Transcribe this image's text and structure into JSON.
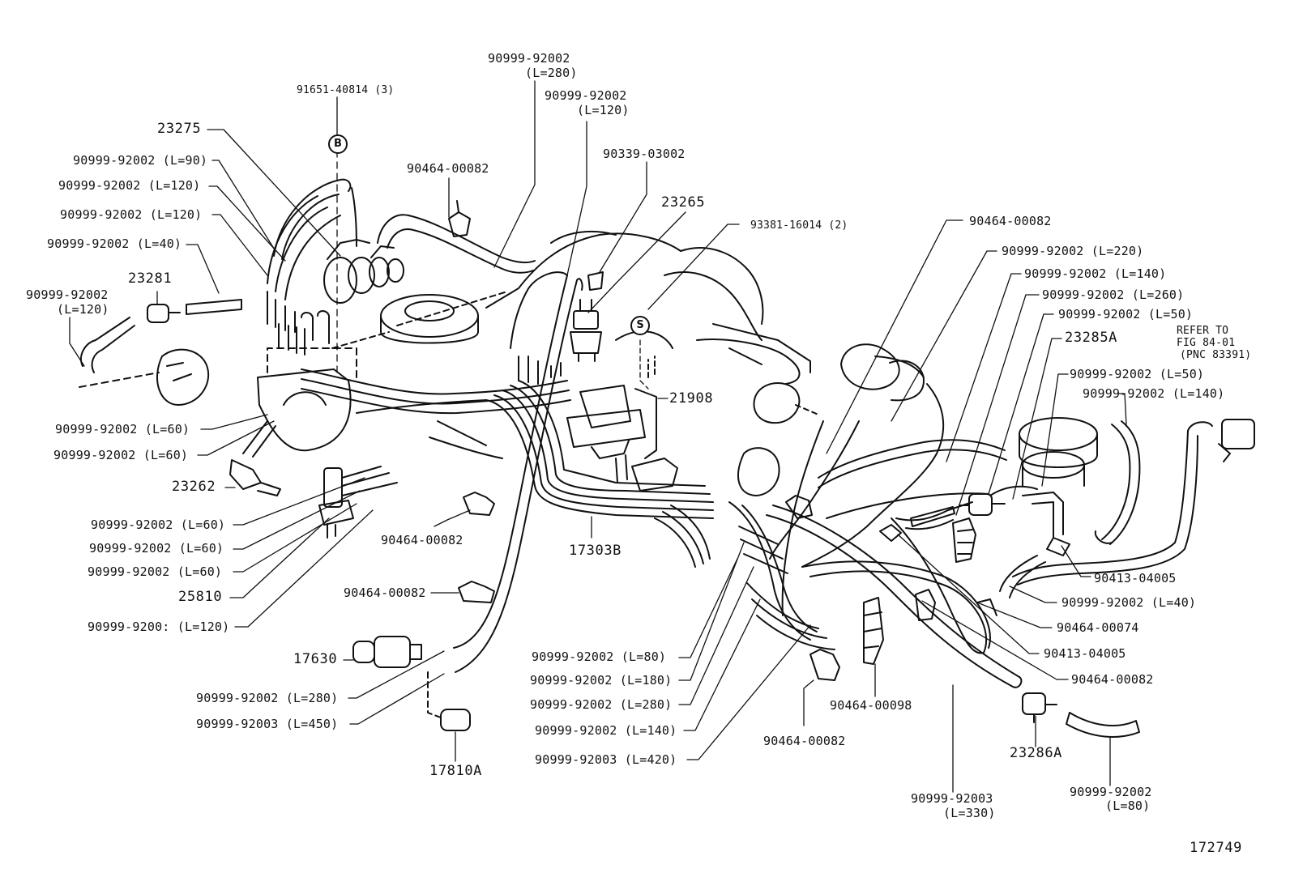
{
  "diagram": {
    "ref_number": "172749",
    "callouts": {
      "p91651_40814": "91651-40814 (3)",
      "p90999_l280_top": "90999-92002",
      "p90999_l280_top_len": "(L=280)",
      "p90999_l120_top": "90999-92002",
      "p90999_l120_top_len": "(L=120)",
      "p23275": "23275",
      "p90999_l90": "90999-92002 (L=90)",
      "p90999_l120_a": "90999-92002 (L=120)",
      "p90999_l120_b": "90999-92002 (L=120)",
      "p90999_l40_left": "90999-92002 (L=40)",
      "p23281": "23281",
      "p90999_l120_left": "90999-92002",
      "p90999_l120_left_len": "(L=120)",
      "p90464_top": "90464-00082",
      "p90339": "90339-03002",
      "p23265": "23265",
      "p93381": "93381-16014 (2)",
      "p90464_right_top": "90464-00082",
      "p90999_l220": "90999-92002 (L=220)",
      "p90999_l140_a": "90999-92002 (L=140)",
      "p90999_l260": "90999-92002 (L=260)",
      "p90999_l50_a": "90999-92002 (L=50)",
      "p23285a": "23285A",
      "refer_line1": "REFER TO",
      "refer_line2": "FIG 84-01",
      "refer_line3": "(PNC 83391)",
      "p90999_l50_b": "90999-92002 (L=50)",
      "p90999_l140_b": "90999-92002 (L=140)",
      "p21908": "21908",
      "p90999_l60_a": "90999-92002 (L=60)",
      "p90999_l60_b": "90999-92002 (L=60)",
      "p23262": "23262",
      "p90999_l60_c": "90999-92002 (L=60)",
      "p90999_l60_d": "90999-92002 (L=60)",
      "p90999_l60_e": "90999-92002 (L=60)",
      "p25810": "25810",
      "p90999_l120_bottom": "90999-9200: (L=120)",
      "p90464_mid": "90464-00082",
      "p17303b": "17303B",
      "p90464_left_low": "90464-00082",
      "p17630": "17630",
      "p90999_l280_bottom": "90999-92002 (L=280)",
      "p90999_l450": "90999-92003 (L=450)",
      "p17810a": "17810A",
      "p90413_a": "90413-04005",
      "p90999_l40_right": "90999-92002 (L=40)",
      "p90464_00074": "90464-00074",
      "p90413_b": "90413-04005",
      "p90464_right_low": "90464-00082",
      "p90999_l80": "90999-92002 (L=80)",
      "p90999_l180": "90999-92002 (L=180)",
      "p90999_l280_c": "90999-92002 (L=280)",
      "p90999_l140_c": "90999-92002 (L=140)",
      "p90999_l420": "90999-92003 (L=420)",
      "p90464_00098": "90464-00098",
      "p90464_bottom": "90464-00082",
      "p23286a": "23286A",
      "p90999_l330": "90999-92003",
      "p90999_l330_len": "(L=330)",
      "p90999_l80_b": "90999-92002",
      "p90999_l80_b_len": "(L=80)"
    },
    "markers": {
      "b": "B",
      "s": "S"
    }
  }
}
